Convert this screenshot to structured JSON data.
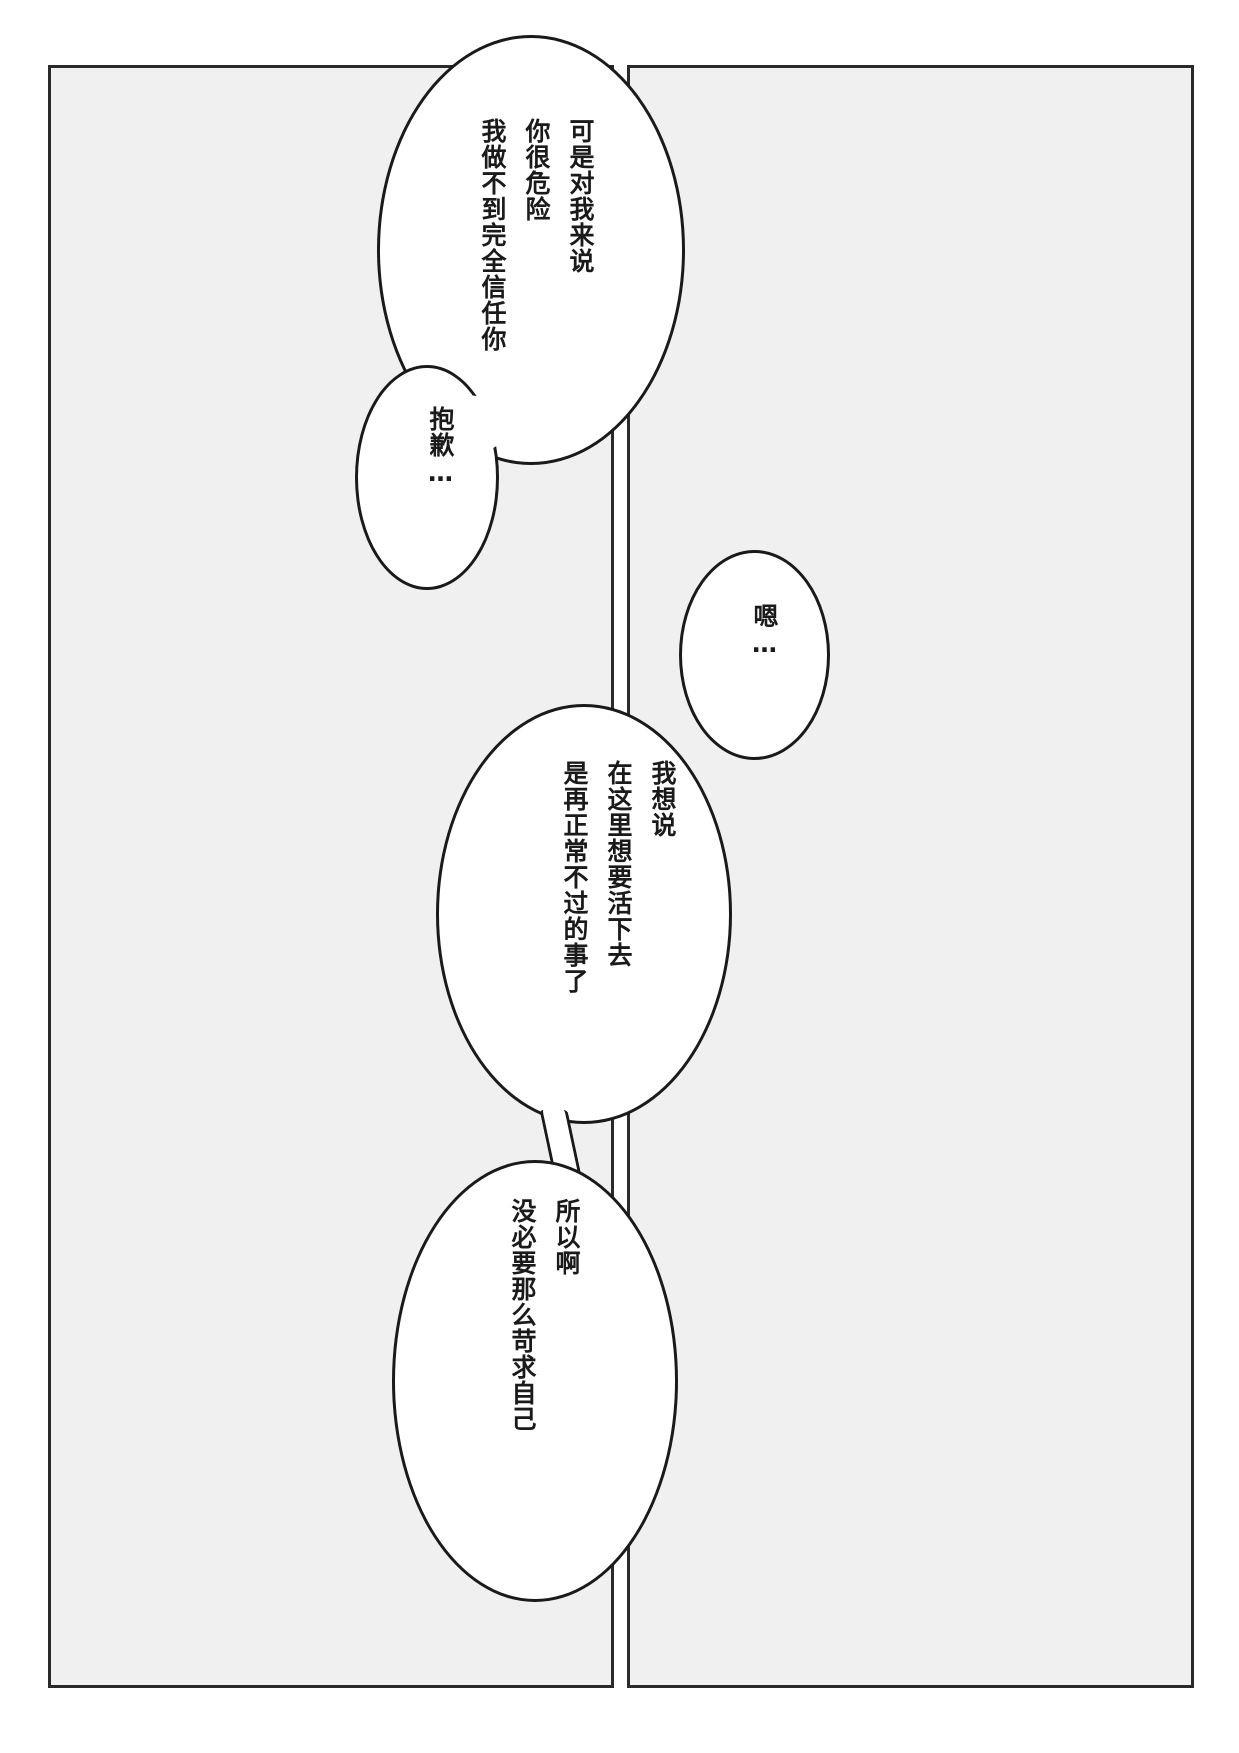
{
  "colors": {
    "panel_fill": "#f0f0f0",
    "outline": "#1a1a1a",
    "bubble_fill": "#ffffff"
  },
  "bubbles": {
    "bubble1": {
      "lines": [
        "可是对我来说",
        "你很危险",
        "我做不到完全信任你"
      ]
    },
    "bubble2": {
      "lines": [
        "抱歉…"
      ]
    },
    "bubble3": {
      "lines": [
        "嗯…"
      ]
    },
    "bubble4": {
      "lines": [
        "我想说",
        "在这里想要活下去",
        "是再正常不过的事了"
      ]
    },
    "bubble5": {
      "lines": [
        "所以啊",
        "没必要那么苛求自己"
      ]
    }
  }
}
